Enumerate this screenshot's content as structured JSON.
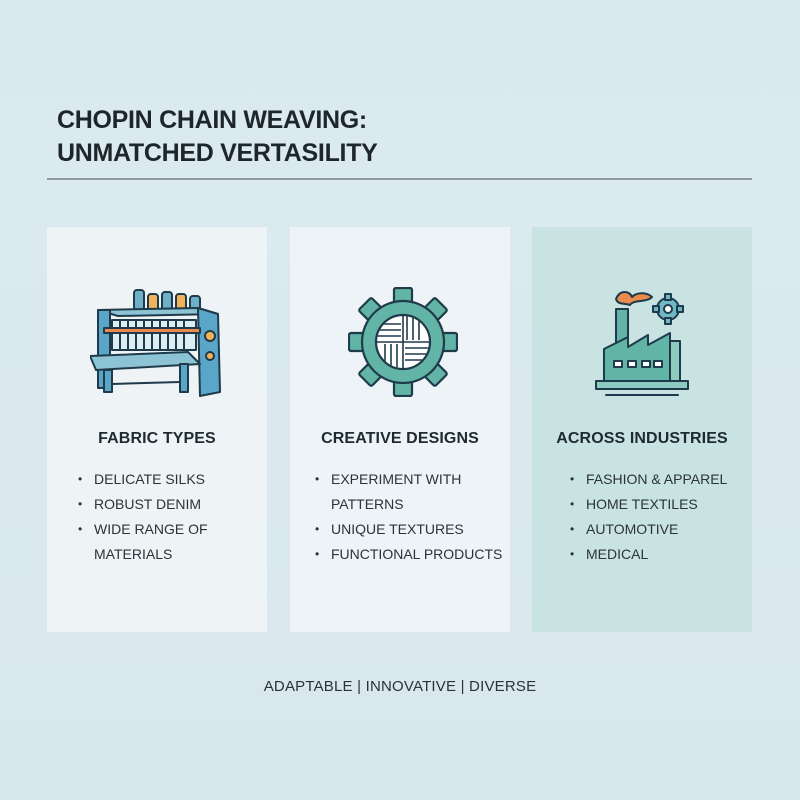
{
  "title": {
    "line1": "CHOPIN CHAIN WEAVING:",
    "line2": "UNMATCHED VERTASILITY"
  },
  "cards": [
    {
      "heading": "FABRIC TYPES",
      "icon": "loom-machine-icon",
      "items": [
        "DELICATE SILKS",
        "ROBUST DENIM",
        "WIDE RANGE OF MATERIALS"
      ]
    },
    {
      "heading": "CREATIVE DESIGNS",
      "icon": "woven-gear-icon",
      "items": [
        "EXPERIMENT WITH PATTERNS",
        "UNIQUE TEXTURES",
        "FUNCTIONAL PRODUCTS"
      ]
    },
    {
      "heading": "ACROSS INDUSTRIES",
      "icon": "factory-icon",
      "items": [
        "FASHION & APPAREL",
        "HOME TEXTILES",
        "AUTOMOTIVE",
        "MEDICAL"
      ]
    }
  ],
  "footer": "ADAPTABLE | INNOVATIVE | DIVERSE",
  "colors": {
    "teal": "#5fb3ae",
    "blue": "#5aa6c9",
    "orange": "#ea8a4c",
    "highlight_card": "#c9e3e3"
  }
}
